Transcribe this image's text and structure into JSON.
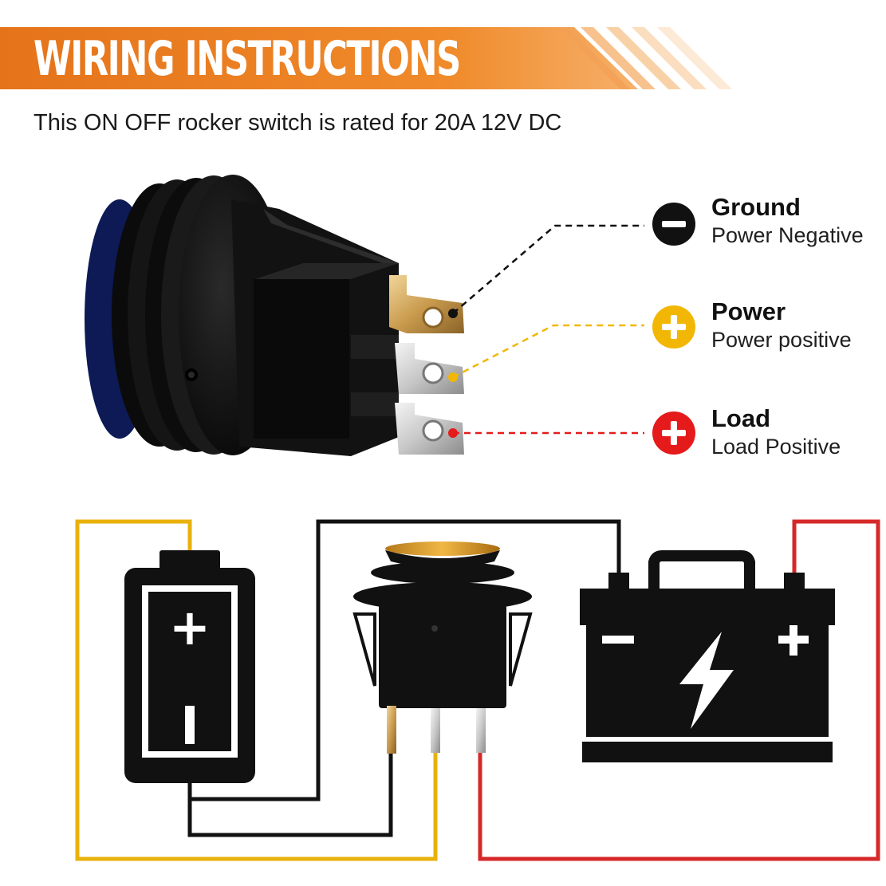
{
  "header": {
    "title": "WIRING INSTRUCTIONS",
    "subtitle": "This ON OFF rocker switch is rated for 20A 12V DC",
    "banner_color": "#e8781f"
  },
  "terminals": [
    {
      "name": "Ground",
      "description": "Power Negative",
      "symbol": "minus-icon",
      "color": "#111111"
    },
    {
      "name": "Power",
      "description": "Power positive",
      "symbol": "plus-icon",
      "color": "#f2b705"
    },
    {
      "name": "Load",
      "description": "Load Positive",
      "symbol": "plus-icon",
      "color": "#e51b1b"
    }
  ],
  "diagram": {
    "wire_colors": {
      "ground": "#111111",
      "power": "#e8b10c",
      "load": "#d62828"
    },
    "battery_left_symbols": [
      "+",
      "I"
    ],
    "battery_right_symbols": [
      "-",
      "+"
    ]
  }
}
